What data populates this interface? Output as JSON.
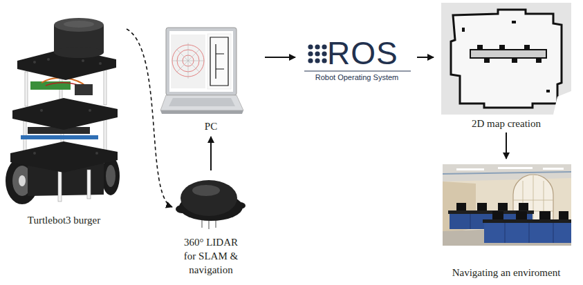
{
  "diagram": {
    "nodes": [
      {
        "text": [
          "Turtlebot3 burger"
        ]
      },
      {
        "text": [
          "360° LIDAR for SLAM & navigation"
        ]
      },
      {
        "text": [
          "PC"
        ]
      },
      {
        "text": [
          "ROS",
          "Robot Operating System"
        ]
      },
      {
        "text": [
          "2D map creation"
        ]
      },
      {
        "text": [
          "Navigating an enviroment"
        ]
      }
    ],
    "edges": [
      {
        "from": 0,
        "to": 1,
        "arrow": "to"
      },
      {
        "from": 1,
        "to": 2,
        "arrow": "to"
      },
      {
        "from": 2,
        "to": 3,
        "arrow": "to"
      },
      {
        "from": 3,
        "to": 4,
        "arrow": "to"
      },
      {
        "from": 4,
        "to": 5,
        "arrow": "to"
      }
    ]
  }
}
